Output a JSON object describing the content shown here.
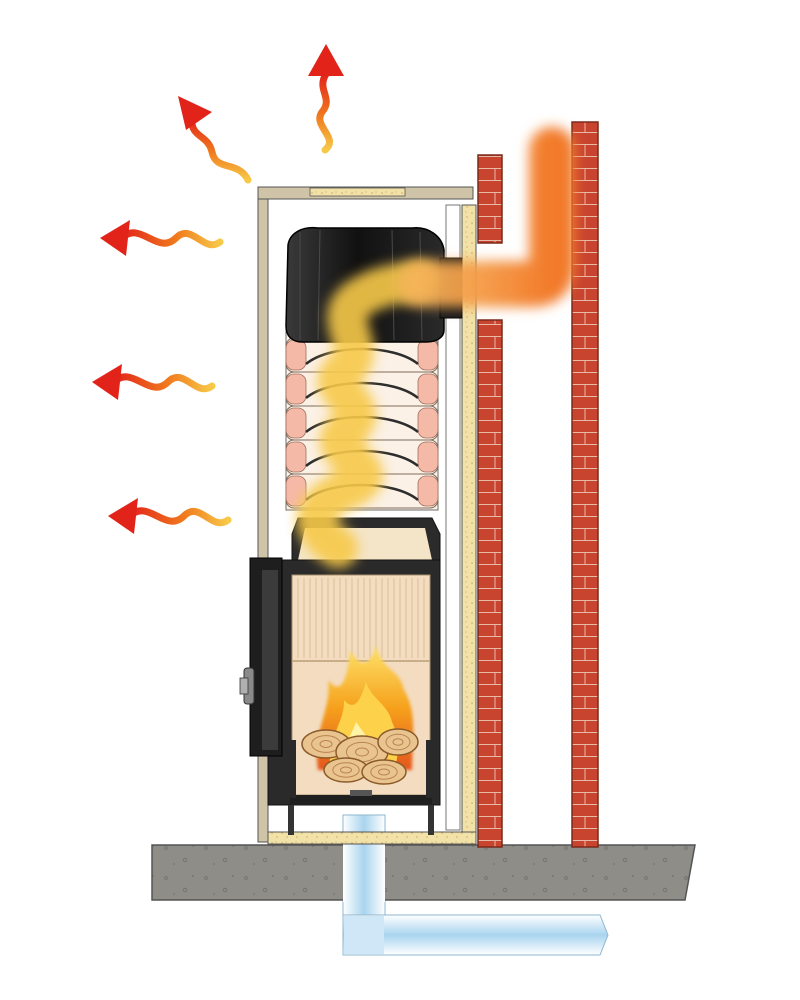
{
  "diagram": {
    "labels": [],
    "parts": [
      {
        "id": "floor-slab",
        "icon": "concrete-slab"
      },
      {
        "id": "cold-air-inlet-duct",
        "icon": "cold-air"
      },
      {
        "id": "insulation-layer",
        "icon": "insulation"
      },
      {
        "id": "brick-wall-inner",
        "icon": "brick-wall"
      },
      {
        "id": "brick-wall-outer",
        "icon": "brick-wall"
      },
      {
        "id": "fireplace-insert",
        "icon": "firebox"
      },
      {
        "id": "heat-accumulator-rings",
        "icon": "heat-storage"
      },
      {
        "id": "flue-collar",
        "icon": "flue"
      },
      {
        "id": "flue-gas-flow",
        "icon": "smoke"
      },
      {
        "id": "radiant-heat-arrows",
        "icon": "heat-waves"
      },
      {
        "id": "fire-and-logs",
        "icon": "fire"
      }
    ],
    "colors": {
      "heat_arrow": "#e2231a",
      "heat_glow": "#f7c948",
      "flue_gas": "#f28c38",
      "brick": "#c9442e",
      "insulation": "#f2e2a8",
      "concrete": "#8e8d88",
      "cold_air": "#a9d4ef",
      "steel": "#222222",
      "fire": "#f39a1c",
      "firebrick": "#f3dcc0"
    }
  }
}
